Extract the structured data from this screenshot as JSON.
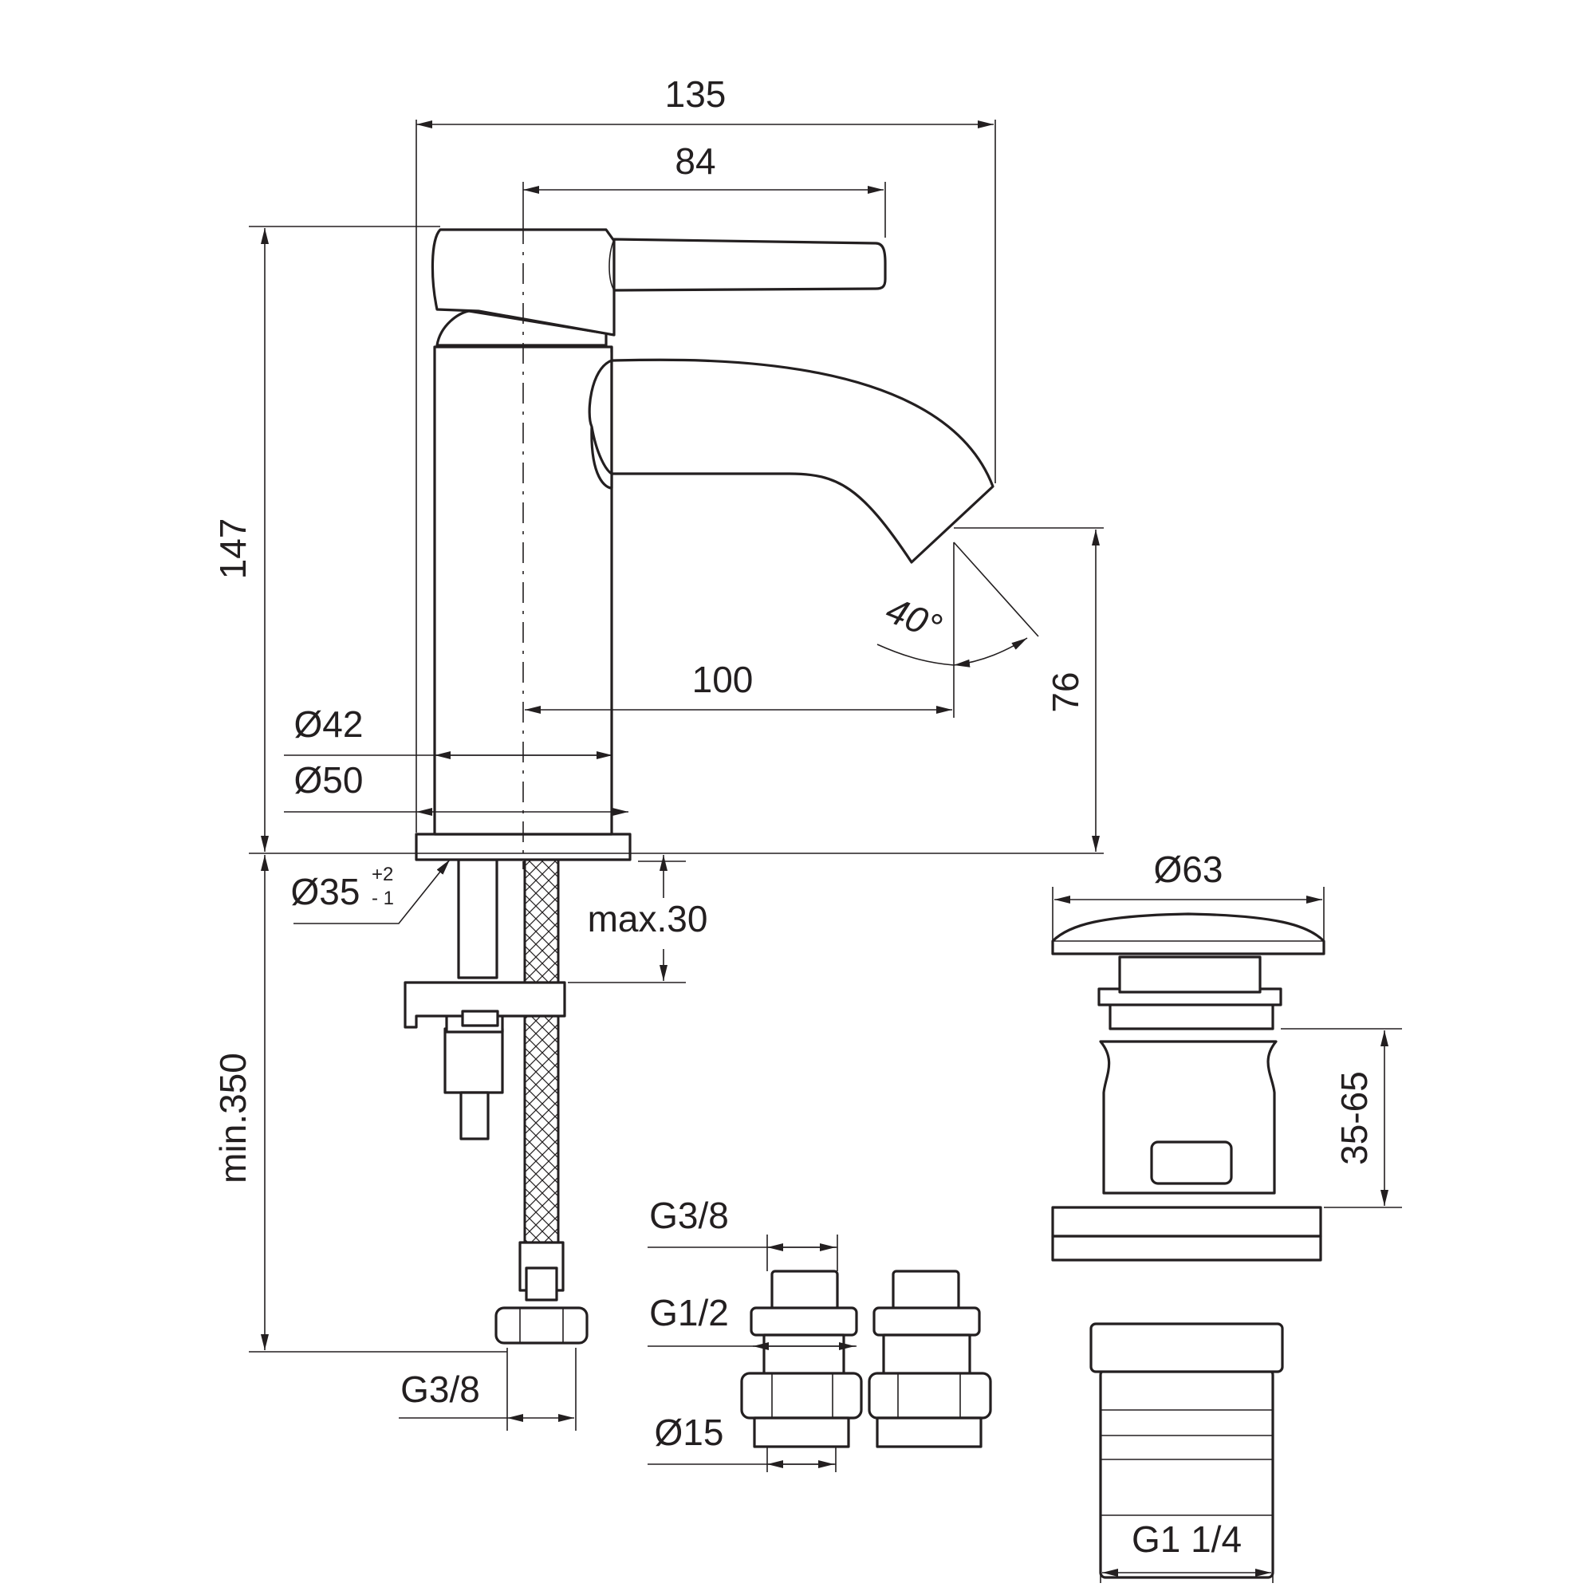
{
  "dimensions": {
    "overall_length": "135",
    "lever_length": "84",
    "height": "147",
    "spout_reach": "100",
    "spout_height": "76",
    "spout_angle": "40°",
    "body_diameter": "Ø42",
    "base_diameter": "Ø50",
    "hole_diameter": "Ø35",
    "hole_tol_plus": "+2",
    "hole_tol_minus": "- 1",
    "max_deck_thickness": "max.30",
    "min_hose_length": "min.350",
    "hose_thread": "G3/8",
    "waste_diameter": "Ø63",
    "waste_range": "35-65",
    "waste_thread": "G1 1/4",
    "valve_outlet": "G3/8",
    "valve_inlet": "G1/2",
    "valve_pipe": "Ø15"
  },
  "colors": {
    "line": "#231f20",
    "background": "#ffffff"
  }
}
